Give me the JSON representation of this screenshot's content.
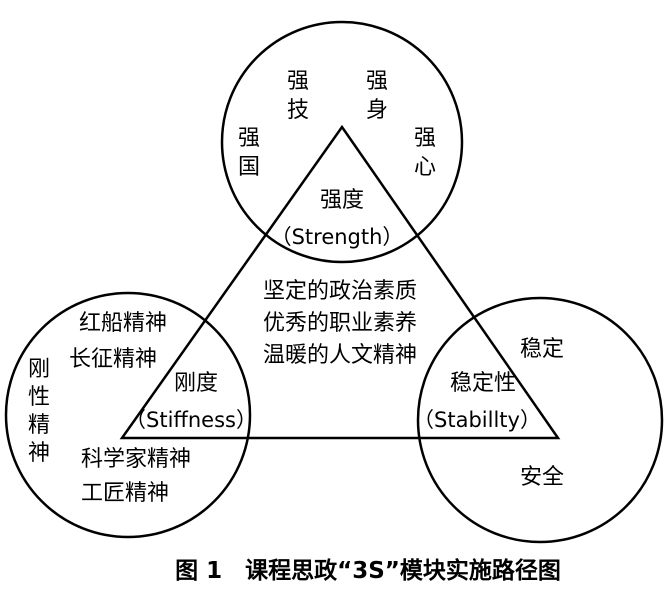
{
  "top_circle": {
    "chars": {
      "qiang_ji_1": "强",
      "qiang_ji_2": "技",
      "qiang_shen_1": "强",
      "qiang_shen_2": "身",
      "qiang_guo_1": "强",
      "qiang_guo_2": "国",
      "qiang_xin_1": "强",
      "qiang_xin_2": "心"
    },
    "title": "强度",
    "subtitle": "（Strength）"
  },
  "center": {
    "lines": [
      "坚定的政治素质",
      "优秀的职业素养",
      "温暖的人文精神"
    ]
  },
  "left_circle": {
    "line1": "红船精神",
    "line2": "长征精神",
    "vertical": [
      "刚",
      "性",
      "精",
      "神"
    ],
    "line3": "科学家精神",
    "line4": "工匠精神",
    "title": "刚度",
    "subtitle": "（Stiffness）"
  },
  "right_circle": {
    "top": "稳定",
    "bottom": "安全",
    "title": "稳定性",
    "subtitle": "（Stabillty）"
  },
  "caption": "图 1　课程思政“3S”模块实施路径图"
}
